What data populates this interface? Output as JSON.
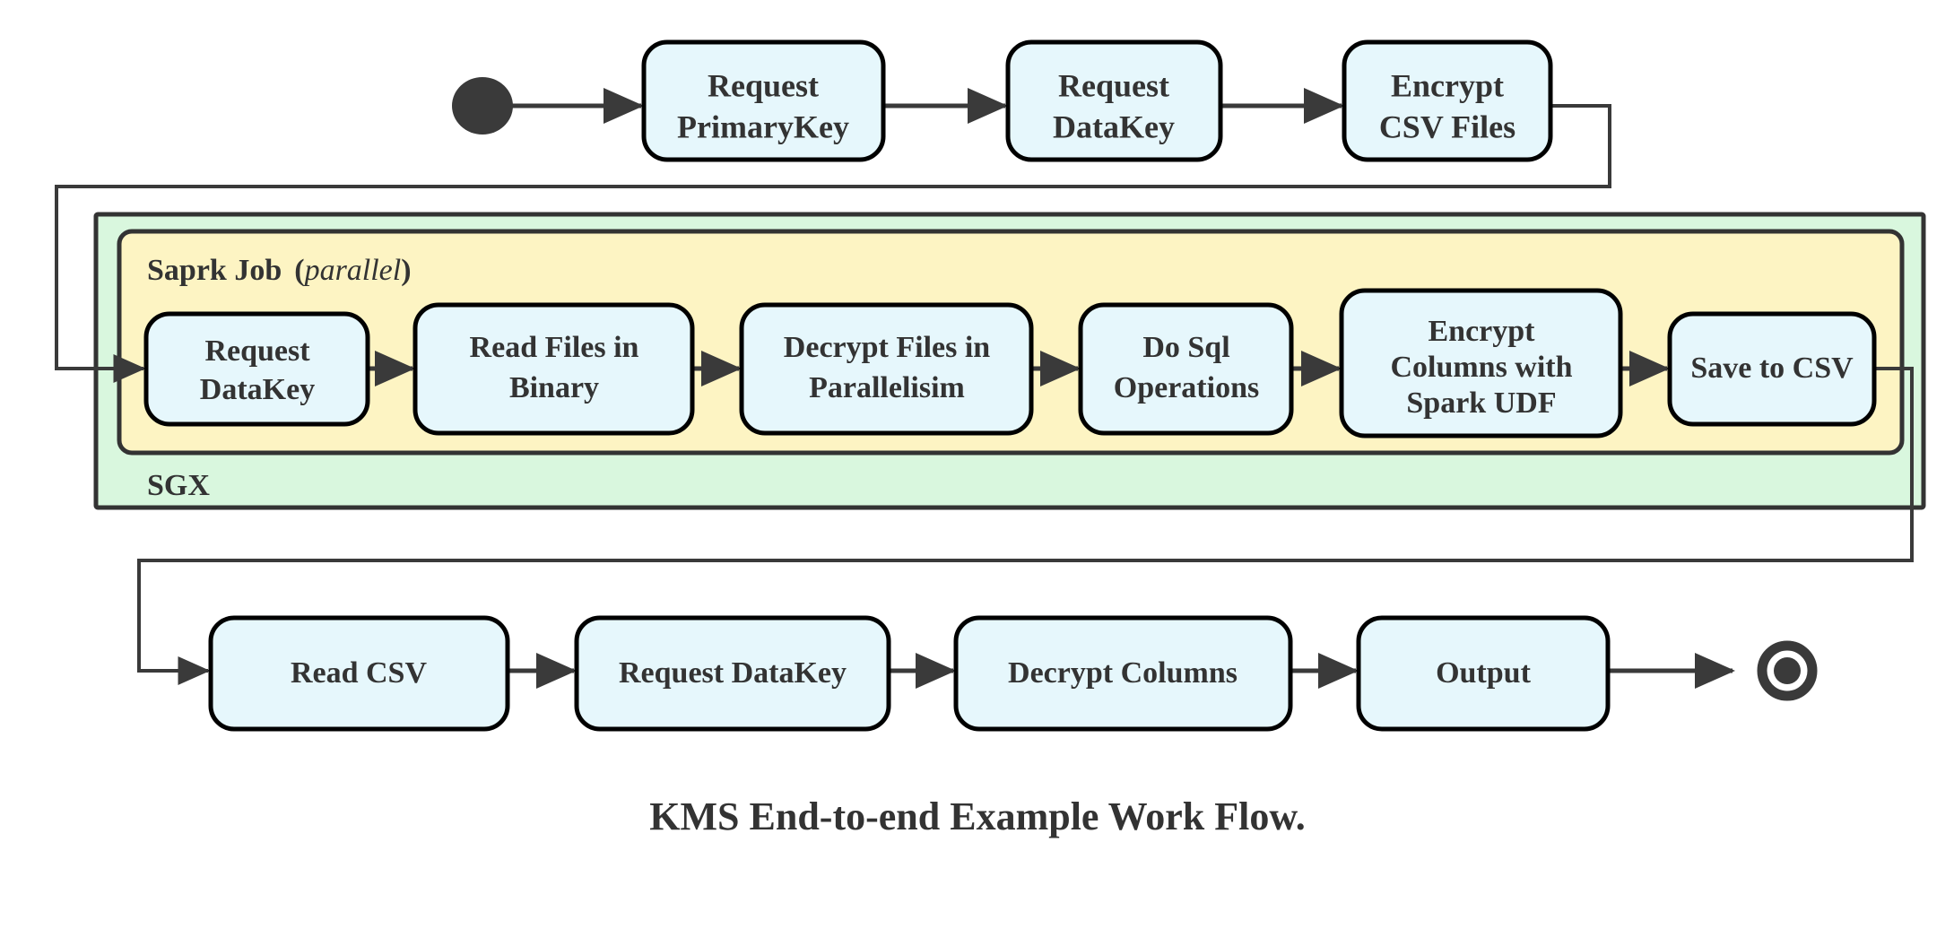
{
  "figure": {
    "caption": "KMS End-to-end Example Work Flow.",
    "colors": {
      "node_fill": "#e6f7fc",
      "node_stroke": "#000000",
      "connector": "#3a3a3a",
      "sgx_fill": "#d9f7de",
      "spark_fill": "#fdf4c3",
      "text": "#333333"
    }
  },
  "groups": {
    "sgx": {
      "label": "SGX"
    },
    "spark": {
      "label": "Saprk Job",
      "qualifier": "(parallel)",
      "qualifier_open": "(",
      "qualifier_word": "parallel",
      "qualifier_close": ")"
    }
  },
  "nodes": {
    "start": {
      "name": "start-node"
    },
    "end": {
      "name": "end-node"
    },
    "top_row": [
      {
        "id": "request-primarykey",
        "line1": "Request",
        "line2": "PrimaryKey"
      },
      {
        "id": "request-datakey-top",
        "line1": "Request",
        "line2": "DataKey"
      },
      {
        "id": "encrypt-csv-files",
        "line1": "Encrypt",
        "line2": "CSV Files"
      }
    ],
    "spark_row": [
      {
        "id": "request-datakey-spark",
        "line1": "Request",
        "line2": "DataKey"
      },
      {
        "id": "read-files-in-binary",
        "line1": "Read Files in",
        "line2": "Binary"
      },
      {
        "id": "decrypt-files-in-parallelisim",
        "line1": "Decrypt Files in",
        "line2": "Parallelisim"
      },
      {
        "id": "do-sql-operations",
        "line1": "Do Sql",
        "line2": "Operations"
      },
      {
        "id": "encrypt-columns-with-spark-udf",
        "line1": "Encrypt",
        "line2": "Columns with",
        "line3": "Spark UDF"
      },
      {
        "id": "save-to-csv",
        "line1": "Save to CSV"
      }
    ],
    "bottom_row": [
      {
        "id": "read-csv",
        "line1": "Read CSV"
      },
      {
        "id": "request-datakey-bottom",
        "line1": "Request DataKey"
      },
      {
        "id": "decrypt-columns",
        "line1": "Decrypt Columns"
      },
      {
        "id": "output",
        "line1": "Output"
      }
    ]
  }
}
